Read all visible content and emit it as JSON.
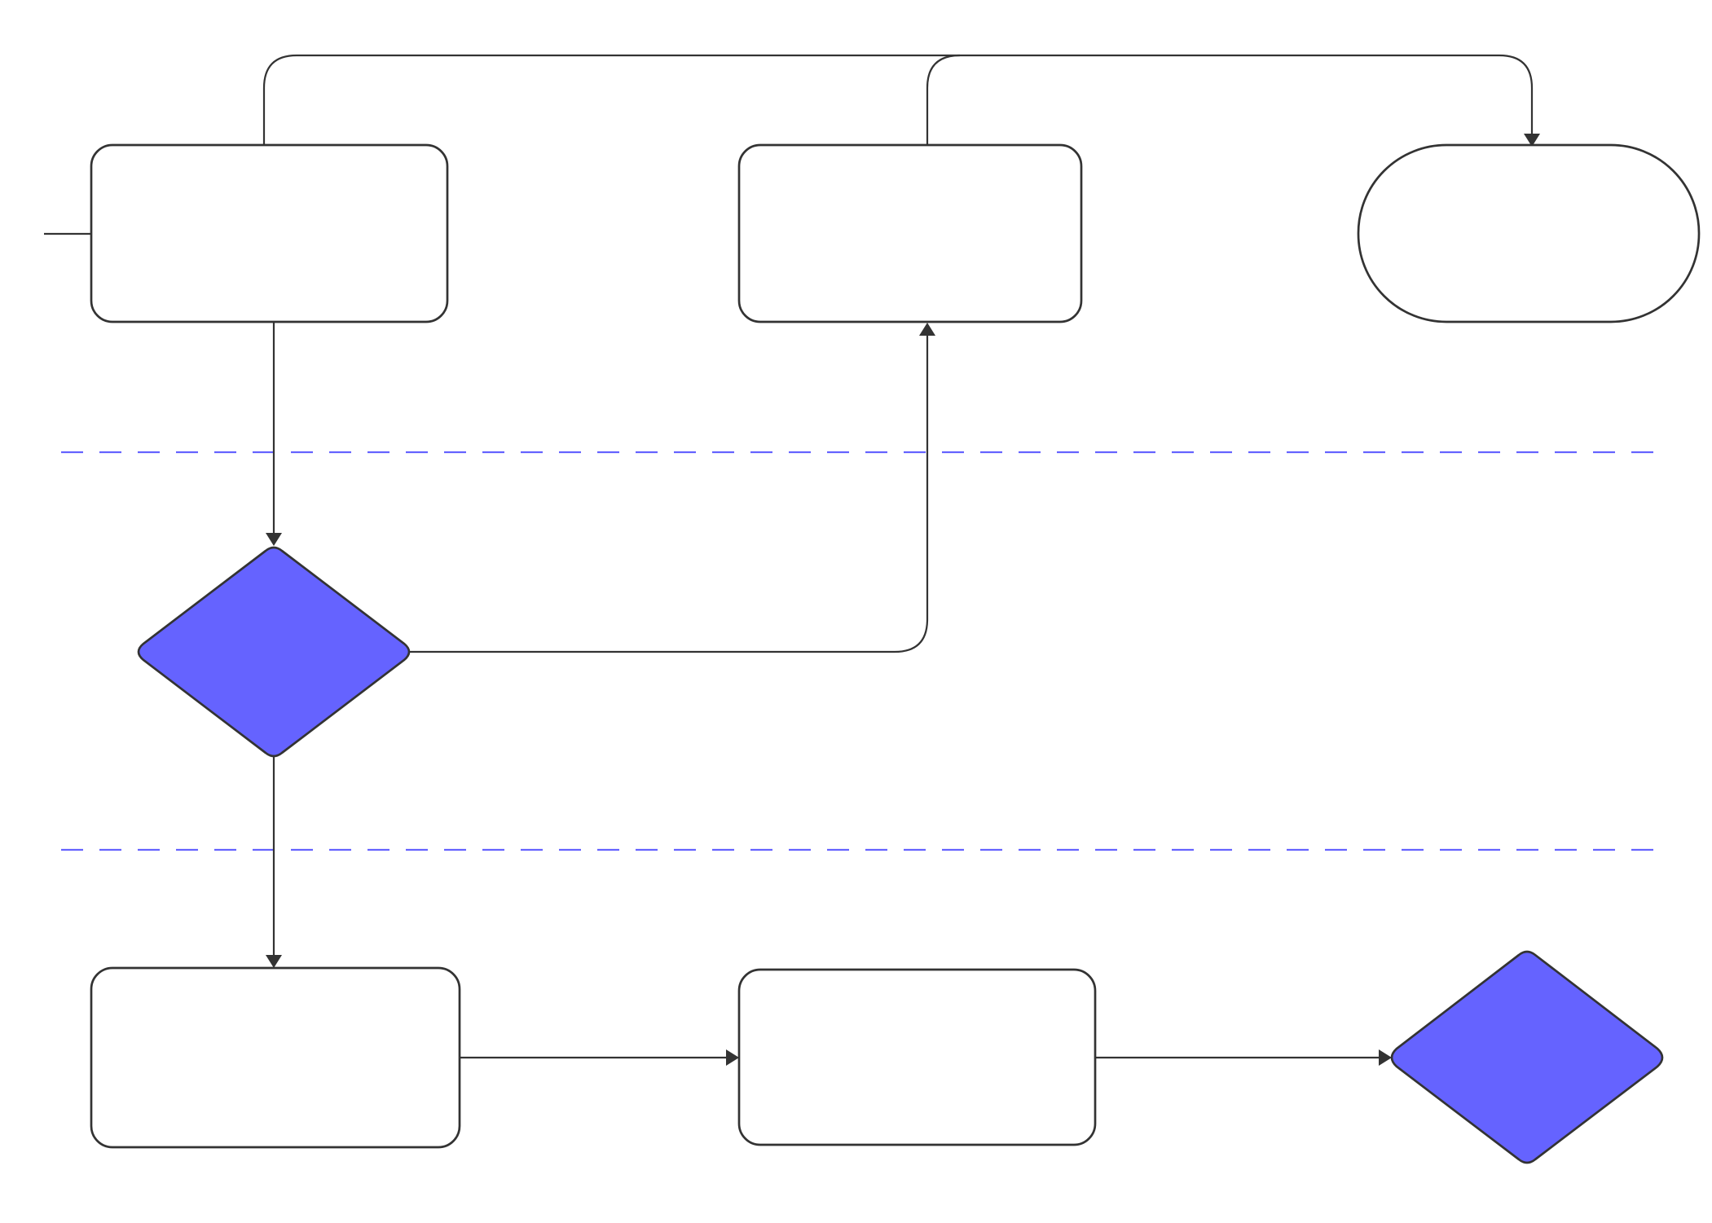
{
  "diagram": {
    "type": "flowchart",
    "colors": {
      "stroke": "#333333",
      "decision_fill": "#6563FF",
      "process_fill": "#FFFFFF",
      "lane_divider": "#6563FF",
      "background": "#FFFFFF"
    },
    "lanes": 3,
    "nodes": [
      {
        "id": "process-1",
        "shape": "rounded-rectangle",
        "label": ""
      },
      {
        "id": "process-2",
        "shape": "rounded-rectangle",
        "label": ""
      },
      {
        "id": "terminator-1",
        "shape": "stadium",
        "label": ""
      },
      {
        "id": "decision-1",
        "shape": "diamond",
        "label": ""
      },
      {
        "id": "process-3",
        "shape": "rounded-rectangle",
        "label": ""
      },
      {
        "id": "process-4",
        "shape": "rounded-rectangle",
        "label": ""
      },
      {
        "id": "decision-2",
        "shape": "diamond",
        "label": ""
      }
    ],
    "edges": [
      {
        "from": "process-1",
        "to": "terminator-1"
      },
      {
        "from": "process-2",
        "to": "terminator-1"
      },
      {
        "from": "process-1",
        "to": "decision-1"
      },
      {
        "from": "decision-1",
        "to": "process-2"
      },
      {
        "from": "decision-1",
        "to": "process-3"
      },
      {
        "from": "process-3",
        "to": "process-4"
      },
      {
        "from": "process-4",
        "to": "decision-2"
      }
    ]
  }
}
